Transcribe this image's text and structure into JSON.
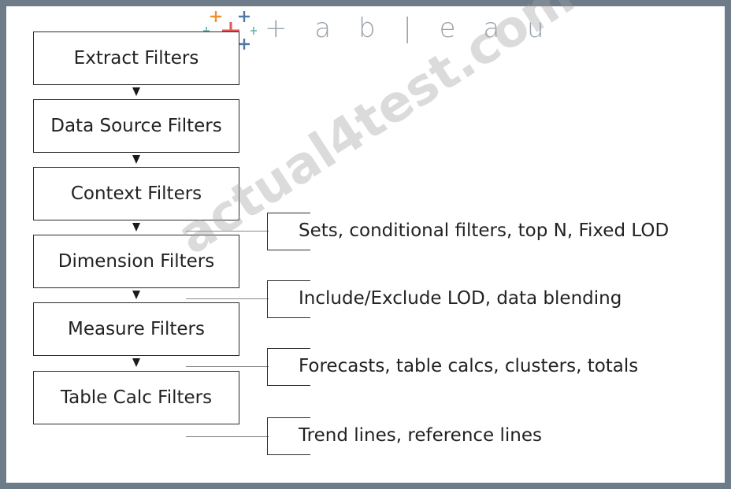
{
  "logo": {
    "text": "+ a b | e a u",
    "icon": "tableau-cross-icon",
    "colors": {
      "orange": "#f28e2b",
      "blue": "#4e79a7",
      "red": "#e15759",
      "teal": "#76b7b2",
      "gray": "#9aa2ab"
    }
  },
  "filters": [
    {
      "label": "Extract Filters"
    },
    {
      "label": "Data Source Filters"
    },
    {
      "label": "Context Filters"
    },
    {
      "label": "Dimension Filters"
    },
    {
      "label": "Measure Filters"
    },
    {
      "label": "Table Calc Filters"
    }
  ],
  "notes": [
    {
      "text": "Sets, conditional filters, top N, Fixed LOD"
    },
    {
      "text": "Include/Exclude LOD, data blending"
    },
    {
      "text": "Forecasts, table calcs, clusters, totals"
    },
    {
      "text": "Trend lines, reference lines"
    }
  ],
  "watermark": "actual4test.com"
}
